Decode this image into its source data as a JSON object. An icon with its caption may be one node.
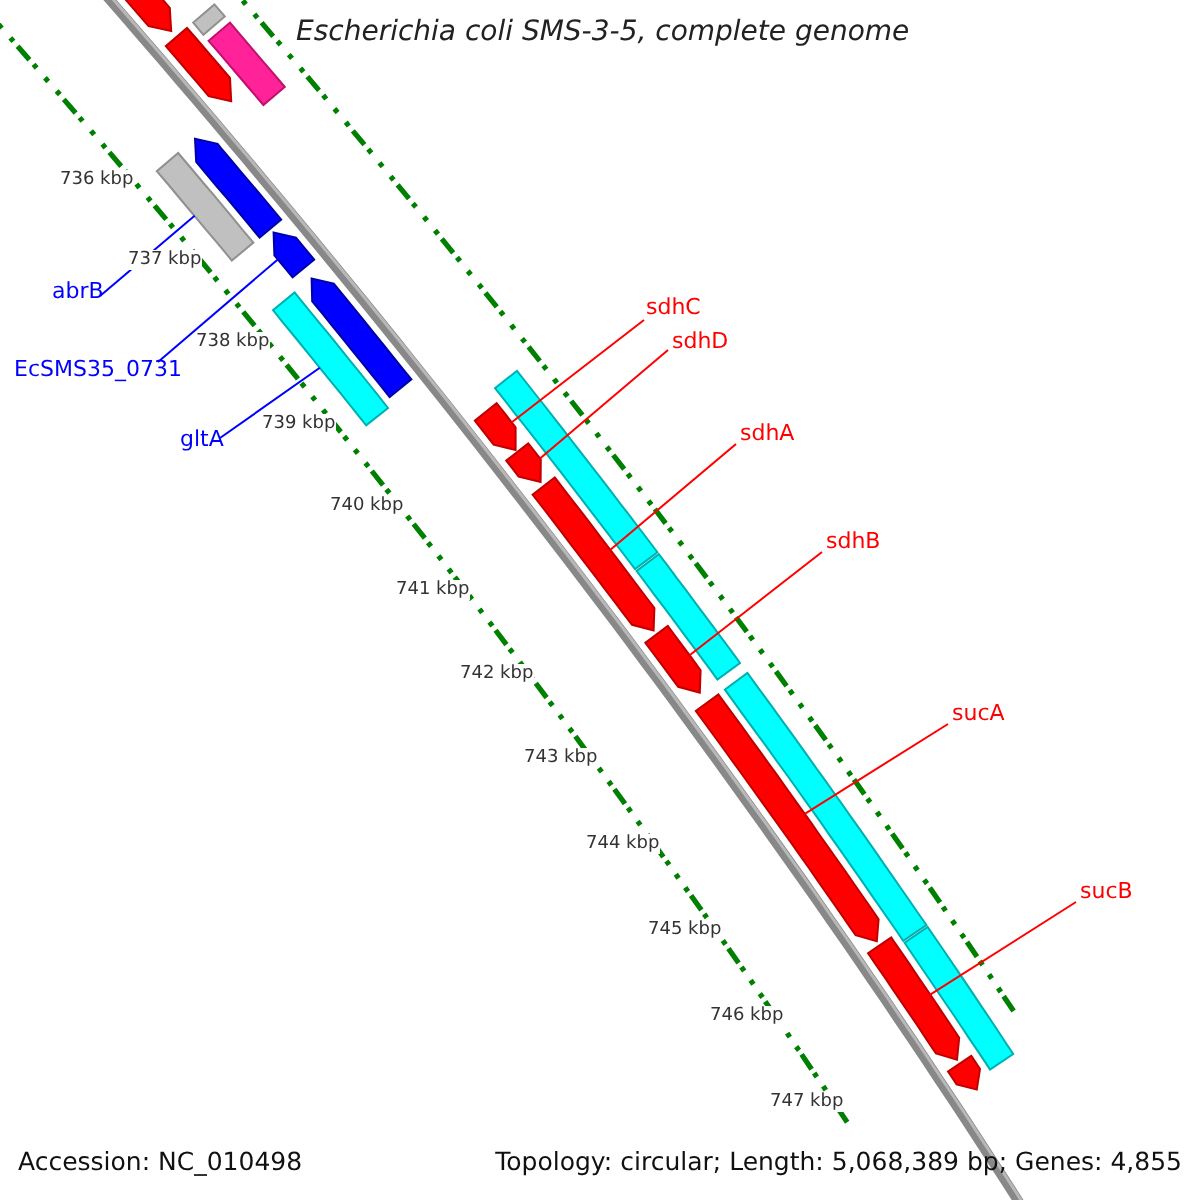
{
  "diagram": {
    "title": "Escherichia coli SMS-3-5, complete genome",
    "nodes": [
      {
        "text": [
          "abrB"
        ]
      },
      {
        "text": [
          "EcSMS35_0731"
        ]
      },
      {
        "text": [
          "gltA"
        ]
      },
      {
        "text": [
          "sdhC"
        ]
      },
      {
        "text": [
          "sdhD"
        ]
      },
      {
        "text": [
          "sdhA"
        ]
      },
      {
        "text": [
          "sdhB"
        ]
      },
      {
        "text": [
          "sucA"
        ]
      },
      {
        "text": [
          "sucB"
        ]
      },
      {
        "text": [],
        "shape": "bar"
      },
      {
        "text": [],
        "shape": "bar"
      },
      {
        "text": [],
        "shape": "bar"
      },
      {
        "text": [],
        "shape": "bar"
      },
      {
        "text": [],
        "shape": "bar"
      },
      {
        "text": [],
        "shape": "bar"
      },
      {
        "text": [],
        "shape": "bar"
      },
      {
        "text": [],
        "shape": "bar"
      },
      {
        "text": [],
        "shape": "bar"
      },
      {
        "text": [],
        "shape": "bar"
      },
      {
        "text": [],
        "shape": "bar"
      },
      {
        "text": [],
        "shape": "bar"
      },
      {
        "text": [],
        "shape": "bar"
      },
      {
        "text": [],
        "shape": "bar"
      },
      {
        "text": [],
        "shape": "bar"
      },
      {
        "text": [],
        "shape": "bar"
      },
      {
        "text": [],
        "shape": "bar"
      },
      {
        "text": [],
        "shape": "bar"
      },
      {
        "text": [],
        "shape": "bar"
      },
      {
        "text": [],
        "shape": "bar"
      }
    ],
    "edges": [
      {
        "from": 0,
        "to": 13,
        "arrow": "none",
        "color": "#0000ff"
      },
      {
        "from": 1,
        "to": 15,
        "arrow": "none",
        "color": "#0000ff"
      },
      {
        "from": 2,
        "to": 17,
        "arrow": "none",
        "color": "#0000ff"
      },
      {
        "from": 3,
        "to": 19,
        "arrow": "none"
      },
      {
        "from": 4,
        "to": 20,
        "arrow": "none"
      },
      {
        "from": 5,
        "to": 21,
        "arrow": "none"
      },
      {
        "from": 6,
        "to": 23,
        "arrow": "none"
      },
      {
        "from": 7,
        "to": 24,
        "arrow": "none"
      },
      {
        "from": 8,
        "to": 26,
        "arrow": "none"
      }
    ],
    "labels": [
      "736 kbp",
      "737 kbp",
      "738 kbp",
      "739 kbp",
      "740 kbp",
      "741 kbp",
      "742 kbp",
      "743 kbp",
      "744 kbp",
      "745 kbp",
      "746 kbp",
      "747 kbp",
      "Accession: NC_010498",
      "Topology: circular; Length: 5,068,389 bp; Genes: 4,855"
    ]
  }
}
